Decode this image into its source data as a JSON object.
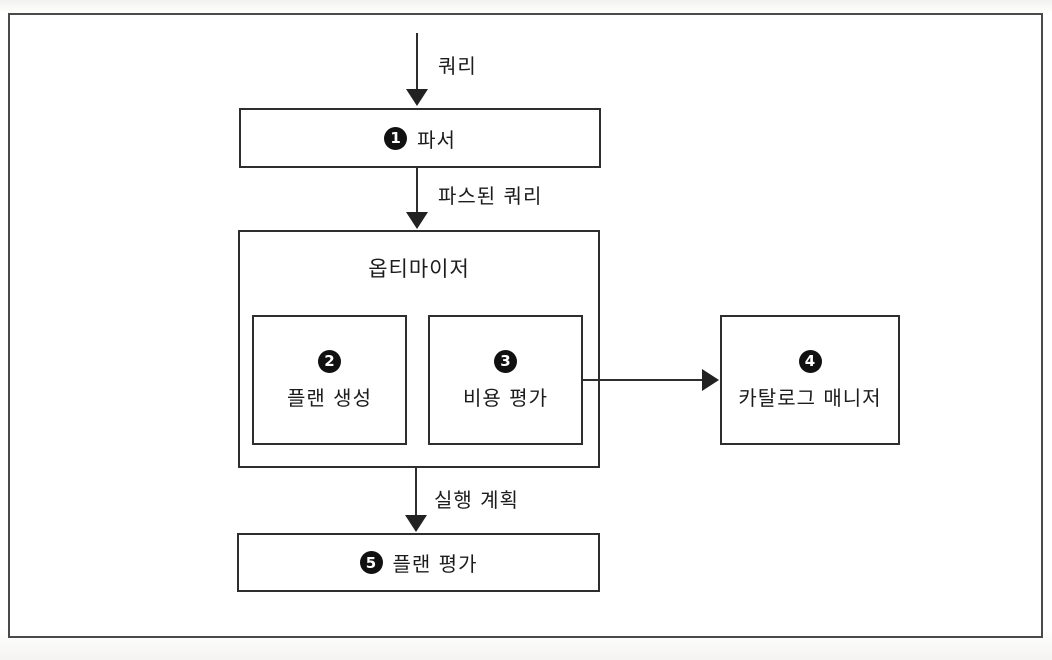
{
  "diagram": {
    "title_semantics": "query-processing-pipeline",
    "edge_labels": {
      "query": "쿼리",
      "parsed_query": "파스된 쿼리",
      "execution_plan": "실행 계획"
    },
    "nodes": {
      "parser": {
        "num": "1",
        "label": "파서"
      },
      "optimizer": {
        "label": "옵티마이저"
      },
      "plan_generation": {
        "num": "2",
        "label": "플랜 생성"
      },
      "cost_evaluation": {
        "num": "3",
        "label": "비용 평가"
      },
      "catalog_manager": {
        "num": "4",
        "label": "카탈로그 매니저"
      },
      "plan_evaluation": {
        "num": "5",
        "label": "플랜 평가"
      }
    },
    "colors": {
      "line": "#2e2e2e",
      "frame_border": "#4a4a4a",
      "badge_fill": "#111111",
      "badge_text": "#ffffff",
      "background": "#ffffff"
    }
  }
}
